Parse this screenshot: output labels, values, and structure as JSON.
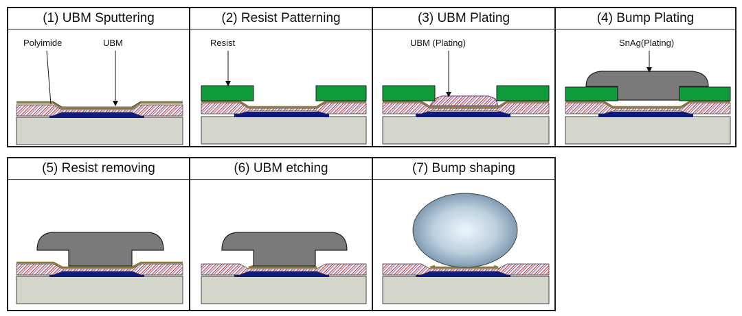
{
  "diagram": {
    "title": "UBM and bump process flow",
    "colors": {
      "substrate": "#d4d6cb",
      "pad": "#0e1a80",
      "resist": "#0f9a3c",
      "bump": "#7a7a7a",
      "polyimide_hatch": "#c0392b",
      "ubm_line": "#8a7a3a",
      "ball_center": "#eef6fb",
      "ball_edge": "#6f8ea8"
    },
    "steps": [
      {
        "number": "(1)",
        "title": "(1) UBM Sputtering",
        "labels": {
          "polyimide": "Polyimide",
          "ubm": "UBM"
        }
      },
      {
        "number": "(2)",
        "title": "(2) Resist Patterning",
        "labels": {
          "resist": "Resist"
        }
      },
      {
        "number": "(3)",
        "title": "(3) UBM Plating",
        "labels": {
          "ubm_plating": "UBM (Plating)"
        }
      },
      {
        "number": "(4)",
        "title": "(4) Bump Plating",
        "labels": {
          "snag": "SnAg(Plating)"
        }
      },
      {
        "number": "(5)",
        "title": "(5) Resist removing"
      },
      {
        "number": "(6)",
        "title": "(6) UBM etching"
      },
      {
        "number": "(7)",
        "title": "(7) Bump shaping"
      }
    ]
  }
}
